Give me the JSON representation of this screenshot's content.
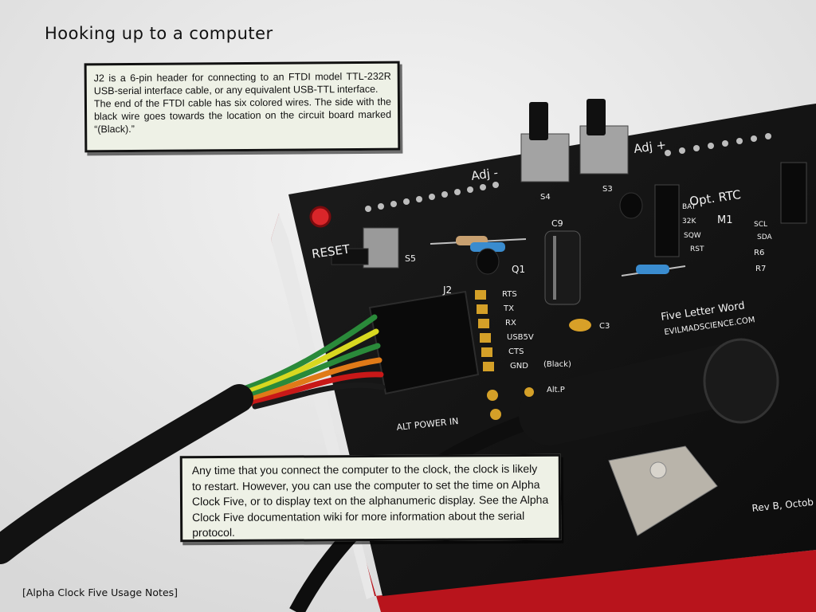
{
  "slide": {
    "title": "Hooking up to a computer",
    "callout_top": {
      "paragraph_1": "J2 is a 6-pin header for connecting to an FTDI model TTL-232R USB-serial interface cable, or any equivalent USB-TTL interface.",
      "paragraph_2": "The end of the FTDI cable has six colored wires.  The side with the black wire goes towards the location on the circuit board marked “(Black).”"
    },
    "callout_bottom": {
      "text": "Any time that you connect the computer to the clock, the clock is likely to restart.  However, you can use the computer to set the time on Alpha Clock Five, or to display text on the alphanumeric display. See the Alpha Clock Five documentation wiki for more information about the serial protocol."
    },
    "footer": "[Alpha Clock Five Usage Notes]"
  },
  "board": {
    "silkscreen": {
      "reset": "RESET",
      "s5": "S5",
      "adj_minus": "Adj -",
      "adj_plus": "Adj +",
      "s4": "S4",
      "s3": "S3",
      "c9": "C9",
      "q1": "Q1",
      "j2": "J2",
      "opt_rtc": "Opt. RTC",
      "m1": "M1",
      "bat": "BAT",
      "k32": "32K",
      "sqw": "SQW",
      "rst": "RST",
      "scl": "SCL",
      "sda": "SDA",
      "r6": "R6",
      "r7": "R7",
      "rts": "RTS",
      "tx": "TX",
      "rx": "RX",
      "usb5v": "USB5V",
      "cts": "CTS",
      "gnd": "GND",
      "black": "(Black)",
      "c3": "C3",
      "alt_p": "Alt.P",
      "alt_power_in": "ALT POWER IN",
      "brand_1": "Five Letter Word",
      "brand_2": "EVILMADSCIENCE.COM",
      "rev": "Rev B, Octob"
    }
  }
}
